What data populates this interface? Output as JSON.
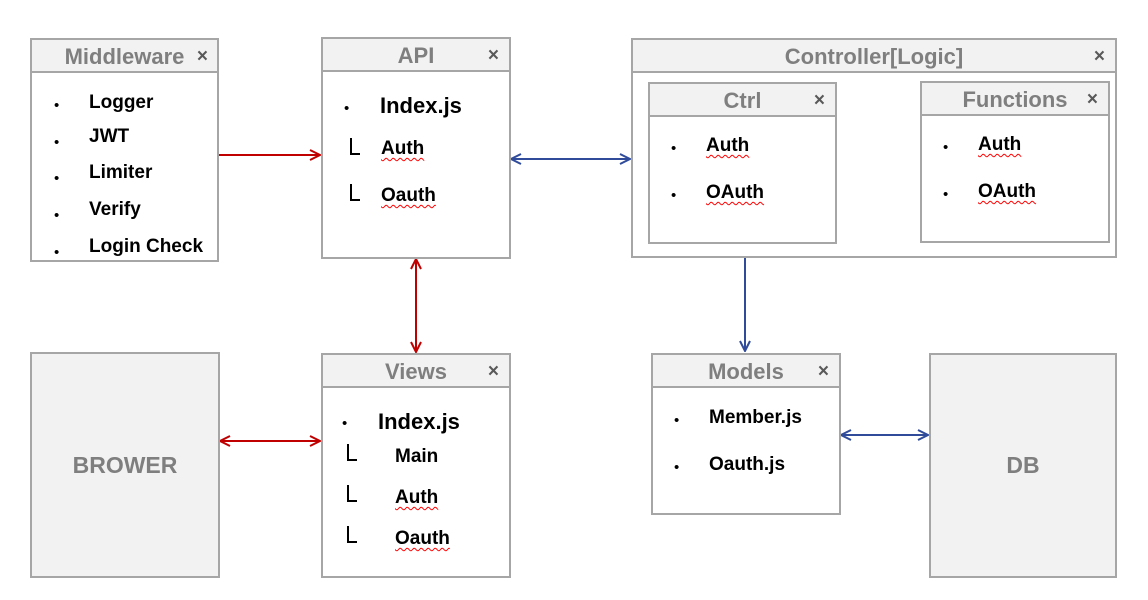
{
  "middleware": {
    "title": "Middleware",
    "close": "×",
    "items": [
      "Logger",
      "JWT",
      "Limiter",
      "Verify",
      "Login Check"
    ]
  },
  "api": {
    "title": "API",
    "close": "×",
    "main": "Index.js",
    "children": [
      "Auth",
      "Oauth"
    ]
  },
  "controller": {
    "title": "Controller[Logic]",
    "close": "×",
    "ctrl": {
      "title": "Ctrl",
      "close": "×",
      "items": [
        "Auth",
        "OAuth"
      ]
    },
    "functions": {
      "title": "Functions",
      "close": "×",
      "items": [
        "Auth",
        "OAuth"
      ]
    }
  },
  "views": {
    "title": "Views",
    "close": "×",
    "main": "Index.js",
    "children": [
      "Main",
      "Auth",
      "Oauth"
    ]
  },
  "models": {
    "title": "Models",
    "close": "×",
    "items": [
      "Member.js",
      "Oauth.js"
    ]
  },
  "browser": {
    "label": "BROWER"
  },
  "db": {
    "label": "DB"
  },
  "colors": {
    "red_arrow": "#c00000",
    "blue_arrow": "#2f4b9a",
    "border": "#a6a6a6",
    "header_bg": "#f2f2f2",
    "title_text": "#7f7f7f"
  }
}
